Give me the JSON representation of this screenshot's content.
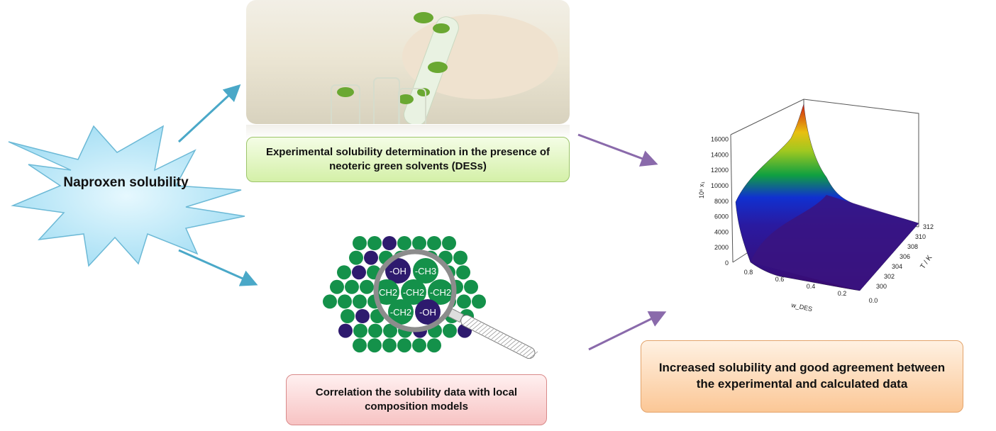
{
  "central_topic": "Naproxen solubility",
  "experimental_box": "Experimental solubility determination in the presence of neoteric green solvents (DESs)",
  "correlation_box": "Correlation the solubility data with local composition models",
  "result_box": "Increased solubility and good agreement between the experimental and calculated data",
  "magnifier_groups": [
    "-OH",
    "-CH3",
    "-CH2",
    "-CH2",
    "-CH2",
    "-CH2",
    "-OH"
  ],
  "colors": {
    "arrow_teal": "#4aa8c8",
    "arrow_purple": "#8a6aab",
    "star_fill": "#bfeaf8",
    "green_particle": "#14914a",
    "purple_particle": "#2e1a6e"
  },
  "plot": {
    "z_label": "10⁶ x₁",
    "x_label": "w_DES",
    "y_label": "T / K",
    "z_ticks": [
      "0",
      "2000",
      "4000",
      "6000",
      "8000",
      "10000",
      "12000",
      "14000",
      "16000"
    ],
    "x_ticks": [
      "0.8",
      "0.6",
      "0.4",
      "0.2",
      "0.0"
    ],
    "y_ticks": [
      "300",
      "302",
      "304",
      "306",
      "308",
      "310",
      "312"
    ]
  }
}
